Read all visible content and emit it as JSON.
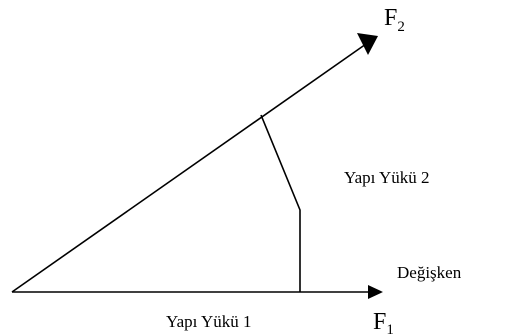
{
  "diagram": {
    "axis_x": {
      "letter": "F",
      "subscript": "1"
    },
    "axis_y": {
      "letter": "F",
      "subscript": "2"
    },
    "labels": {
      "structure_load_1": "Yapı Yükü 1",
      "structure_load_2": "Yapı Yükü 2",
      "variable": "Değişken"
    },
    "colors": {
      "stroke": "#000000",
      "background": "#ffffff"
    }
  }
}
